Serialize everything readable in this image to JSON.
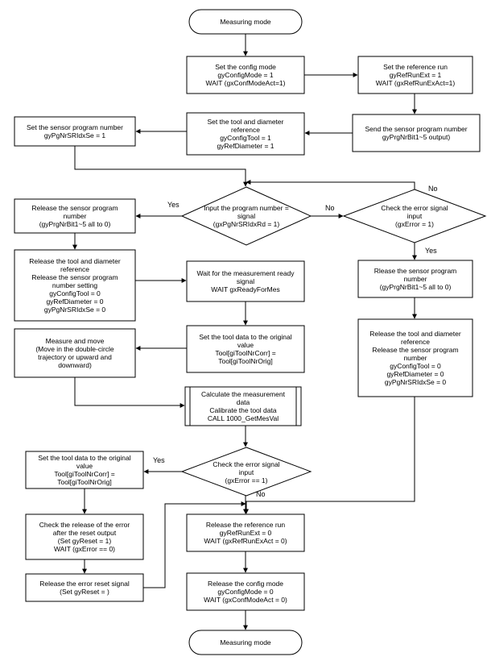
{
  "nodes": {
    "start": "Measuring mode",
    "set_config": "Set the config mode\ngyConfigMode = 1\nWAIT (gxConfModeAct=1)",
    "set_ref_run": "Set the reference run\ngyRefRunExt = 1\nWAIT (gxRefRunExAct=1)",
    "send_sensor": "Send the sensor program number\ngyPrgNrBit1~5 output)",
    "set_tool_ref": "Set the tool and diameter\nreference\ngyConfigTool = 1\ngyRefDiameter = 1",
    "set_sensor_num": "Set the sensor program number\ngyPgNrSRIdxSe = 1",
    "input_prog": "Input the program number =\nsignal\n(gxPgNrSRIdxRd = 1)",
    "check_error1": "Check the error signal\ninput\n(gxError = 1)",
    "release_sensor1": "Release the sensor program\nnumber\n(gyPrgNrBit1~5 all to 0)",
    "release_tool1": "Release the tool and diameter\nreference\nRelease the sensor program\nnumber setting\ngyConfigTool = 0\ngyRefDiameter = 0\ngyPgNrSRIdxSe = 0",
    "wait_ready": "Wait for the measurement ready\nsignal\nWAIT gxReadyForMes",
    "release_sensor2": "Rlease the sensor program\nnumber\n(gyPrgNrBit1~5 all to 0)",
    "release_tool2": "Release the tool and diameter\nreference\nRelease the sensor program\nnumber\ngyConfigTool = 0\ngyRefDiameter = 0\ngyPgNrSRIdxSe = 0",
    "set_tool_data1": "Set the tool data to the original\nvalue\nTool[giToolNrCorr] =\nTool[giToolNrOrig]",
    "measure_move": "Measure and move\n(Move in the double-circle\ntrajectory or upward and\ndownward)",
    "calculate": "Calculate the measurement\ndata\nCalibrate the tool data\nCALL 1000_GetMesVal",
    "set_tool_data2": "Set the tool data to the original\nvalue\nTool[giToolNrCorr] =\nTool[giToolNrOrig]",
    "check_error2": "Check the error signal\ninput\n(gxError == 1)",
    "check_release": "Check the release of the error\nafter the reset output\n(Set gyReset = 1)\nWAIT (gxError == 0)",
    "release_ref_run": "Release the reference run\ngyRefRunExt = 0\nWAIT (gxRefRunExAct = 0)",
    "release_reset": "Release the error reset signal\n(Set gyReset = )",
    "release_config": "Release the config mode\ngyConfigMode = 0\nWAIT (gxConfModeAct = 0)",
    "end": "Measuring mode"
  },
  "labels": {
    "yes1": "Yes",
    "no1": "No",
    "no_loop": "No",
    "yes2": "Yes",
    "yes3": "Yes",
    "no3": "No"
  }
}
